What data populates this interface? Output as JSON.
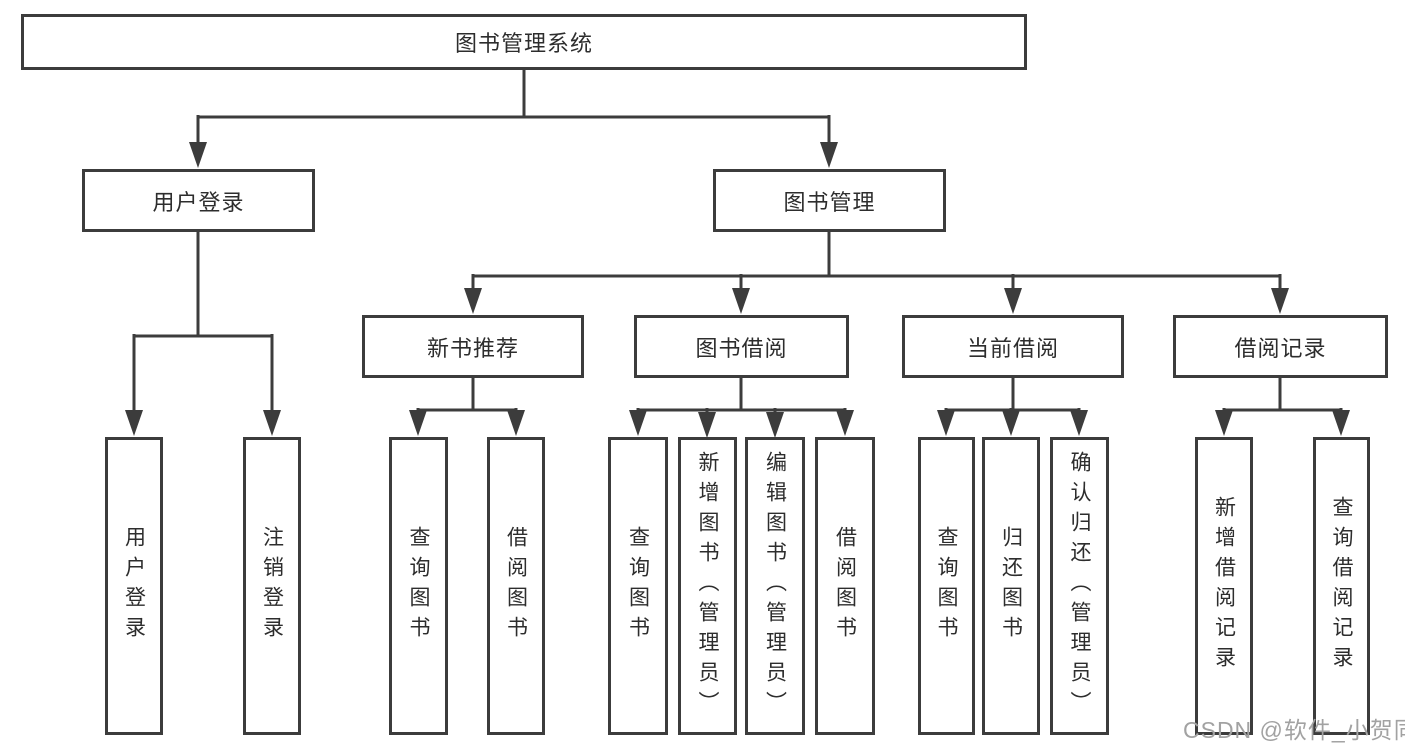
{
  "diagram": {
    "root": {
      "label": "图书管理系统"
    },
    "branches": [
      {
        "label": "用户登录",
        "children": [
          {
            "label": "用户登录"
          },
          {
            "label": "注销登录"
          }
        ]
      },
      {
        "label": "图书管理",
        "children": [
          {
            "label": "新书推荐",
            "children": [
              {
                "label": "查询图书"
              },
              {
                "label": "借阅图书"
              }
            ]
          },
          {
            "label": "图书借阅",
            "children": [
              {
                "label": "查询图书"
              },
              {
                "label": "新增图书（管理员）"
              },
              {
                "label": "编辑图书（管理员）"
              },
              {
                "label": "借阅图书"
              }
            ]
          },
          {
            "label": "当前借阅",
            "children": [
              {
                "label": "查询图书"
              },
              {
                "label": "归还图书"
              },
              {
                "label": "确认归还（管理员）"
              }
            ]
          },
          {
            "label": "借阅记录",
            "children": [
              {
                "label": "新增借阅记录"
              },
              {
                "label": "查询借阅记录"
              }
            ]
          }
        ]
      }
    ]
  },
  "watermark": "CSDN @软件_小贺同学",
  "colors": {
    "line": "#3c3c3c",
    "text": "#2d2d2d",
    "watermark": "#a2a2a2",
    "background": "#ffffff"
  }
}
